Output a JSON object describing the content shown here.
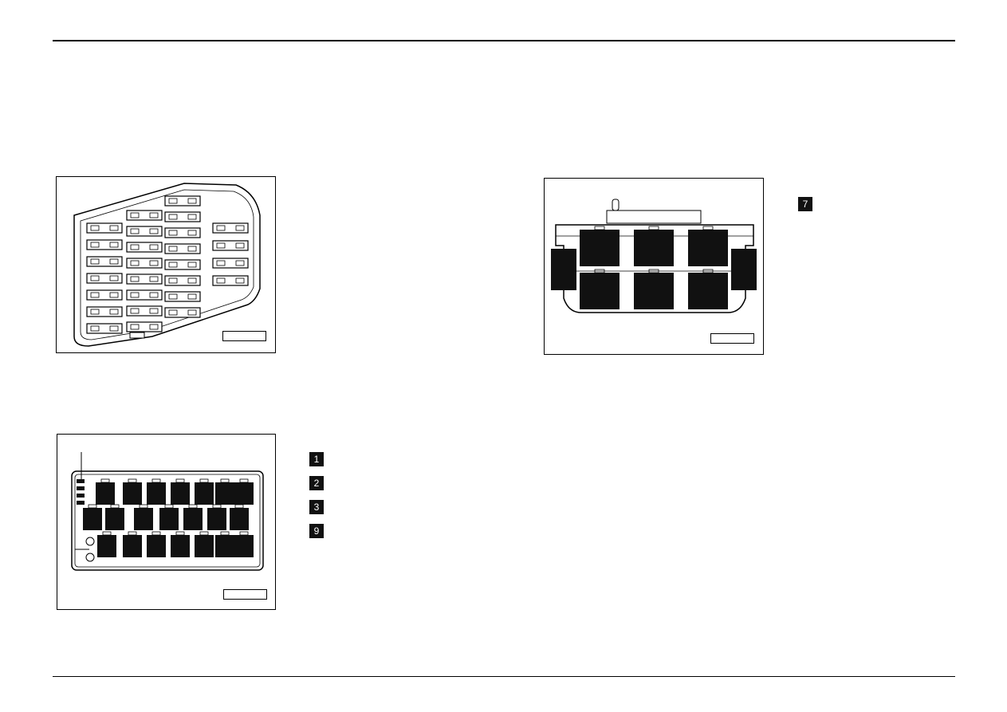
{
  "page": {
    "figures": [
      {
        "name": "fuse-holder-diagram",
        "ref": ""
      },
      {
        "name": "relay-plate-diagram",
        "ref": ""
      },
      {
        "name": "connector-diagram",
        "ref": ""
      }
    ],
    "legend_left": [
      {
        "num": "1",
        "text": ""
      },
      {
        "num": "2",
        "text": ""
      },
      {
        "num": "3",
        "text": ""
      },
      {
        "num": "9",
        "text": ""
      }
    ],
    "legend_right": [
      {
        "num": "7",
        "text": ""
      }
    ]
  }
}
